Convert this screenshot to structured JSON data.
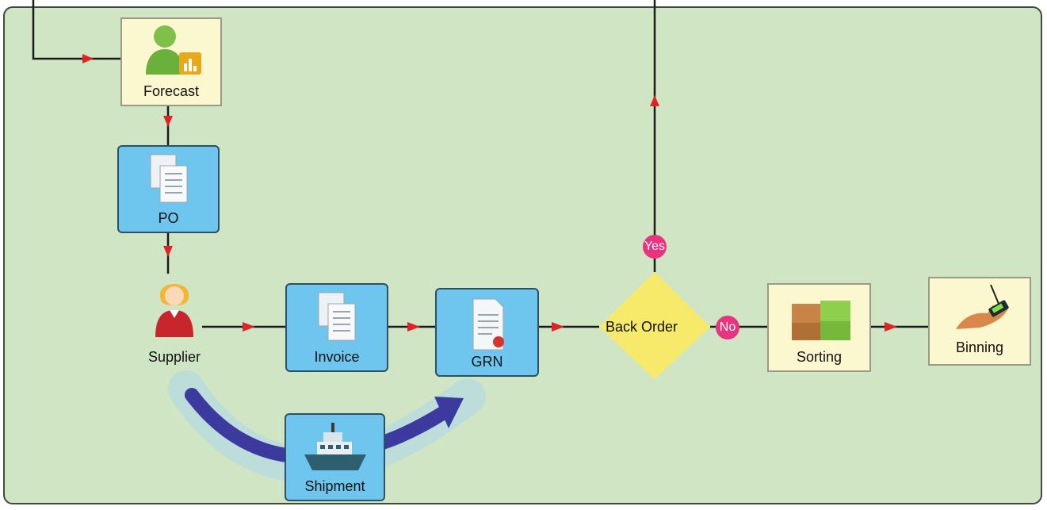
{
  "diagram": {
    "nodes": {
      "forecast": {
        "label": "Forecast",
        "icon": "forecast-user-chart-icon"
      },
      "po": {
        "label": "PO",
        "icon": "documents-icon"
      },
      "supplier": {
        "label": "Supplier",
        "icon": "supplier-person-icon"
      },
      "invoice": {
        "label": "Invoice",
        "icon": "documents-icon"
      },
      "grn": {
        "label": "GRN",
        "icon": "certificate-document-icon"
      },
      "back_order": {
        "label": "Back Order"
      },
      "sorting": {
        "label": "Sorting",
        "icon": "boxes-icon"
      },
      "binning": {
        "label": "Binning",
        "icon": "hand-scanner-icon"
      },
      "shipment": {
        "label": "Shipment",
        "icon": "ship-icon"
      }
    },
    "branches": {
      "yes": "Yes",
      "no": "No"
    },
    "colors": {
      "background": "#cfe5c4",
      "box_yellow": "#fbf7cf",
      "box_blue": "#6ec6ef",
      "decision": "#f7e96a",
      "arrow": "#e02424",
      "badge": "#e8337e",
      "flow_arrow": "#3c3a9e"
    }
  }
}
